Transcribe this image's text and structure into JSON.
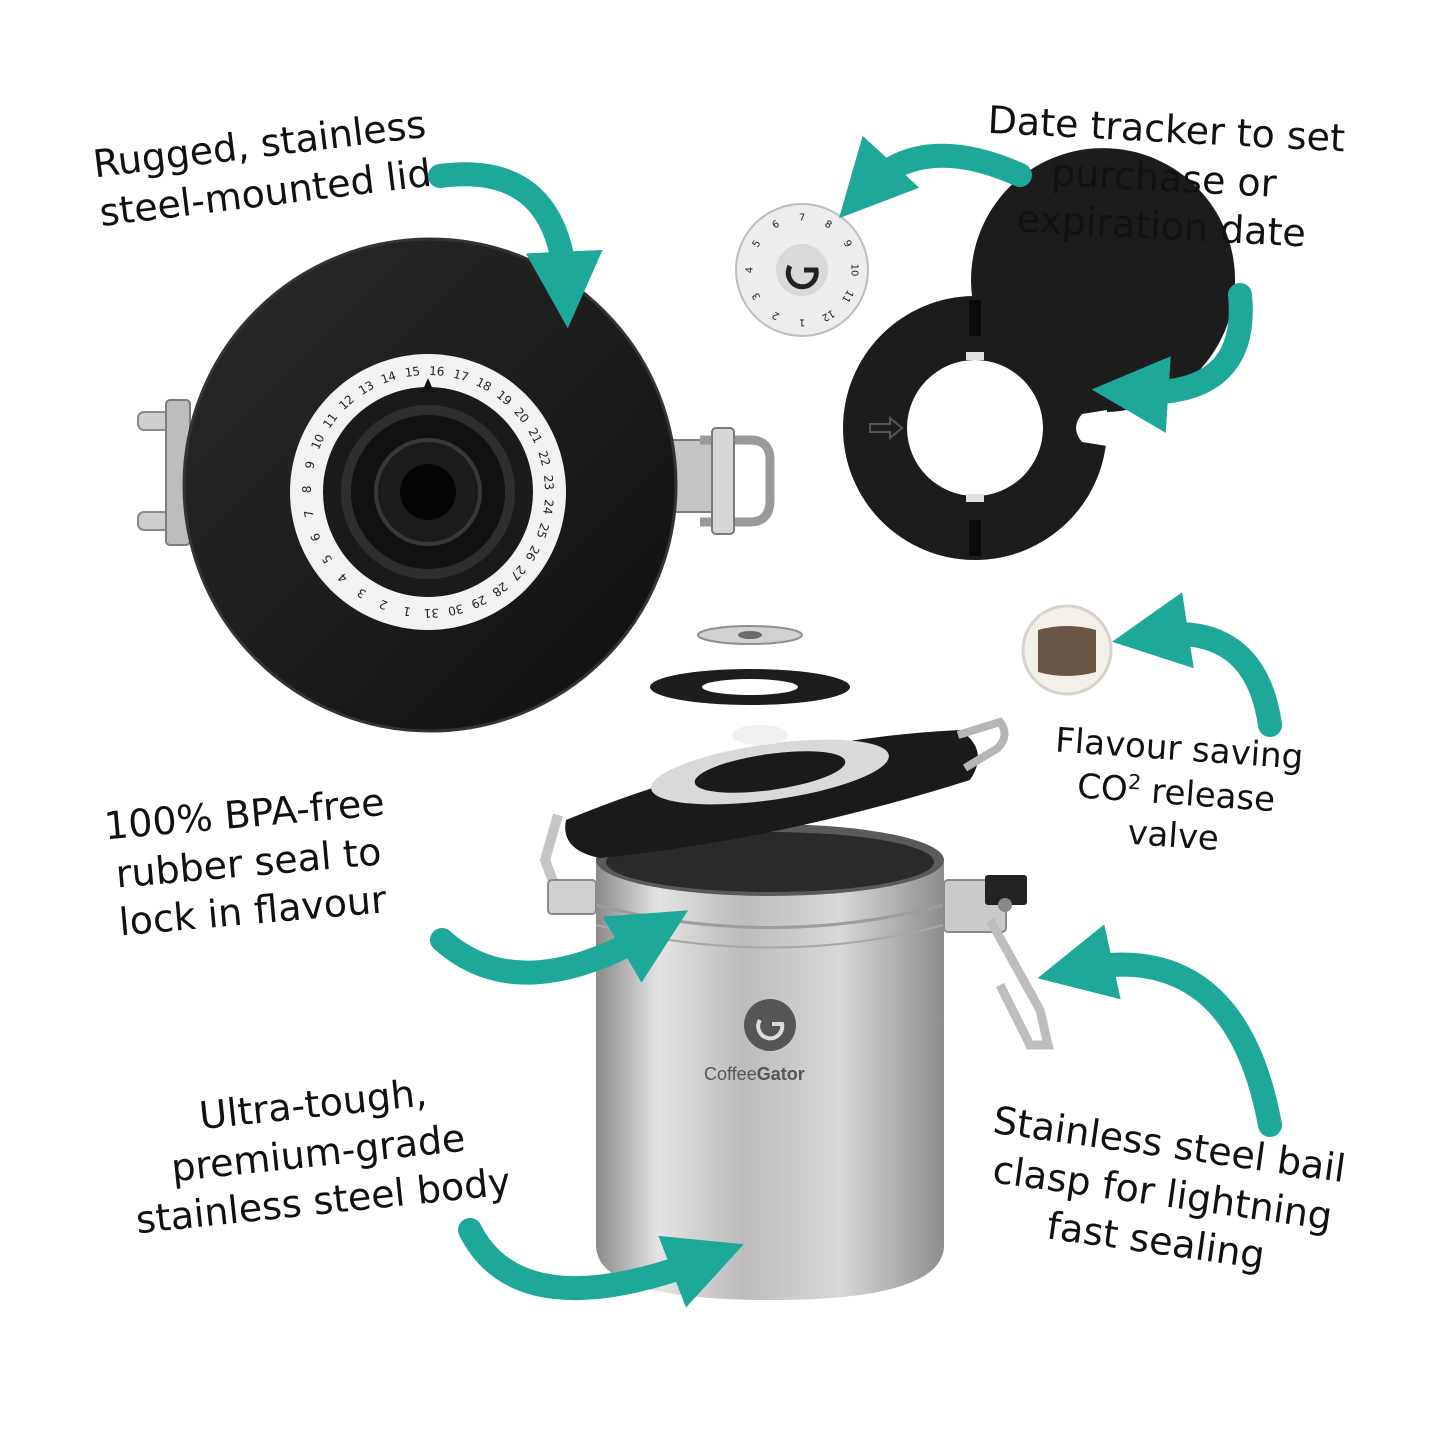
{
  "colors": {
    "accent": "#1ea89a",
    "lid": "#1b1b1b",
    "steel": "#c8c8c8",
    "dial": "#f2f2f2"
  },
  "callouts": {
    "lid": [
      "Rugged, stainless",
      "steel-mounted lid"
    ],
    "date": [
      "Date tracker to set",
      "purchase or",
      "expiration date"
    ],
    "valve": [
      "Flavour saving",
      "CO",
      "2",
      " release",
      "valve"
    ],
    "seal": [
      "100% BPA-free",
      "rubber seal to",
      "lock in flavour"
    ],
    "body": [
      "Ultra-tough,",
      "premium-grade",
      "stainless steel body"
    ],
    "clasp": [
      "Stainless steel bail",
      "clasp for lightning",
      "fast sealing"
    ]
  },
  "dial": {
    "large": [
      "1",
      "2",
      "3",
      "4",
      "5",
      "6",
      "7",
      "8",
      "9",
      "10",
      "11",
      "12",
      "13",
      "14",
      "15",
      "16",
      "17",
      "18",
      "19",
      "20",
      "21",
      "22",
      "23",
      "24",
      "25",
      "26",
      "27",
      "28",
      "29",
      "30",
      "31"
    ],
    "small": [
      "1",
      "2",
      "3",
      "4",
      "5",
      "6",
      "7",
      "8",
      "9",
      "10",
      "11",
      "12"
    ]
  },
  "brand": {
    "name_a": "Coffee",
    "name_b": "Gator"
  },
  "icons": [
    "arrow-icon",
    "logo-icon"
  ]
}
